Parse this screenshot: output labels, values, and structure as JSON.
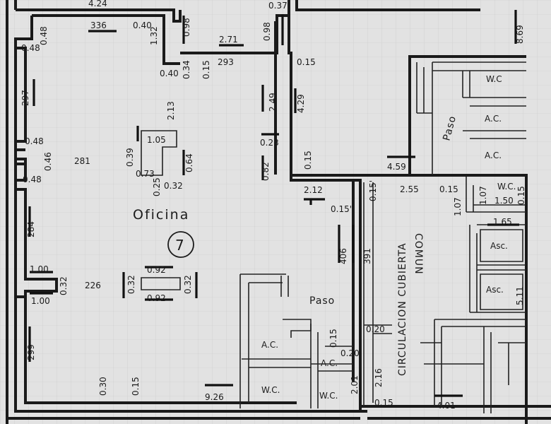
{
  "rooms": {
    "oficina": "Oficina",
    "unit_number": "7",
    "paso_left": "Paso",
    "paso_right": "Paso",
    "circulacion": "CIRCULACION CUBIERTA",
    "comun": "COMUN",
    "wc_top": "W.C",
    "ac_top": "A.C.",
    "ac_mid": "A.C.",
    "wc_small": "W.C.",
    "asc_1": "Asc.",
    "asc_2": "Asc.",
    "ac_bottom_left": "A.C.",
    "ac_bottom_mid": "A.C.",
    "wc_bottom_left": "W.C.",
    "wc_bottom_mid": "W.C."
  },
  "dims": {
    "d424": "4.24",
    "d037": "0.37",
    "d336": "336",
    "d040a": "0.40",
    "d132": "1.32",
    "d098a": "0.98",
    "d271": "2.71",
    "d098b": "0.98",
    "d869": "8.69",
    "d048a": "0.48",
    "d048b": "0.48",
    "d040b": "0.40",
    "d034": "0.34",
    "d015a": "0.15",
    "d293": "293",
    "d015b": "0.15",
    "d297": "297",
    "d213": "2.13",
    "d249": "2.49",
    "d429": "4.29",
    "d048c": "0.48",
    "d105": "1.05",
    "d023": "0.23",
    "d046": "0.46",
    "d281": "281",
    "d039": "0.39",
    "d064": "0.64",
    "d015c": "0.15",
    "d082": "0.82",
    "d459": "4.59",
    "d073": "0.73",
    "d048d": "0.48",
    "d025": "0.25",
    "d032a": "0.32",
    "d212": "2.12",
    "d015d": "0.15'",
    "d255": "2.55",
    "d015e": "0.15",
    "d107a": "1.07",
    "d107b": "1.07",
    "d150": "1.50",
    "d015f": "0.15",
    "d015g": "0.15'",
    "d284": "284",
    "d165": "1.65",
    "d406": "406",
    "d391": "391",
    "d092a": "0.92",
    "d100a": "1.00",
    "d032b": "0.32",
    "d226": "226",
    "d032c": "0.32",
    "d032d": "0.32",
    "d092b": "0.92",
    "d100b": "1.00",
    "d511": "5.11",
    "d020a": "0.20",
    "d015h": "0.15",
    "d020b": "0.20",
    "d299": "299",
    "d216": "2.16",
    "d201": "2.01",
    "d030": "0.30",
    "d015i": "0.15",
    "d926": "9.26",
    "d015j": "0.15",
    "d401": "4.01"
  }
}
